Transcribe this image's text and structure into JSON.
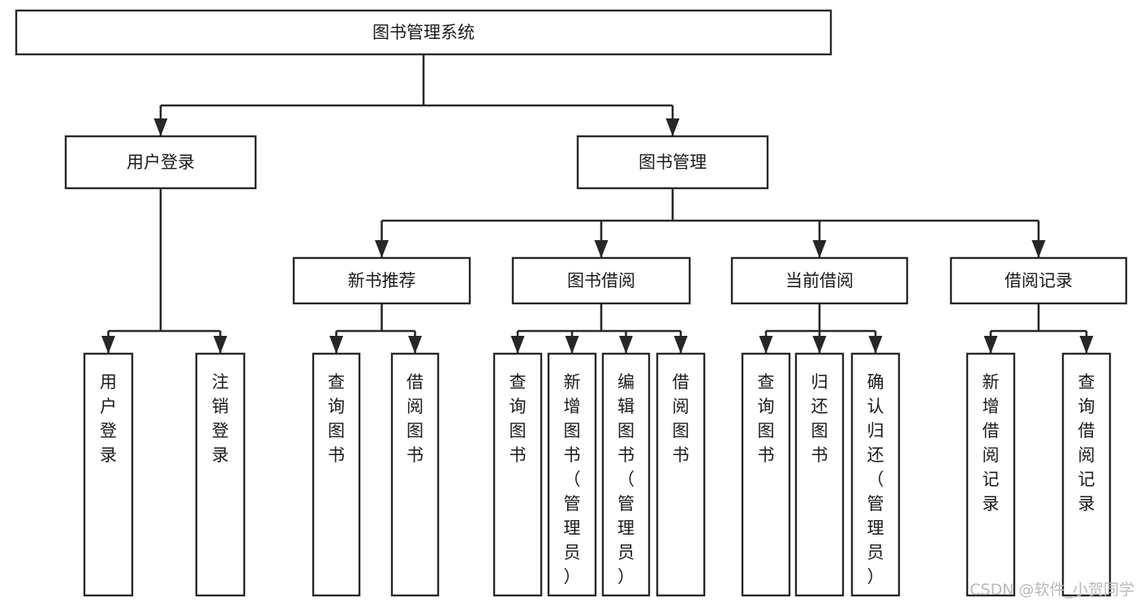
{
  "diagram": {
    "title": "图书管理系统",
    "type": "hierarchy-tree",
    "orientation": "top-down",
    "root": {
      "id": "root",
      "label": "图书管理系统",
      "level": 0,
      "orientation": "horizontal"
    },
    "level2": [
      {
        "id": "user-login",
        "label": "用户登录",
        "level": 1,
        "orientation": "horizontal"
      },
      {
        "id": "book-manage",
        "label": "图书管理",
        "level": 1,
        "orientation": "horizontal"
      }
    ],
    "level3": [
      {
        "id": "new-book-recommend",
        "label": "新书推荐",
        "level": 2,
        "orientation": "horizontal",
        "parent": "book-manage"
      },
      {
        "id": "book-borrow",
        "label": "图书借阅",
        "level": 2,
        "orientation": "horizontal",
        "parent": "book-manage"
      },
      {
        "id": "current-borrow",
        "label": "当前借阅",
        "level": 2,
        "orientation": "horizontal",
        "parent": "book-manage"
      },
      {
        "id": "borrow-record",
        "label": "借阅记录",
        "level": 2,
        "orientation": "horizontal",
        "parent": "book-manage"
      }
    ],
    "leaves": [
      {
        "id": "leaf-user-login",
        "label": "用户登录",
        "parent": "user-login",
        "orientation": "vertical"
      },
      {
        "id": "leaf-logout-login",
        "label": "注销登录",
        "parent": "user-login",
        "orientation": "vertical"
      },
      {
        "id": "leaf-query-book-1",
        "label": "查询图书",
        "parent": "new-book-recommend",
        "orientation": "vertical"
      },
      {
        "id": "leaf-borrow-book-1",
        "label": "借阅图书",
        "parent": "new-book-recommend",
        "orientation": "vertical"
      },
      {
        "id": "leaf-query-book-2",
        "label": "查询图书",
        "parent": "book-borrow",
        "orientation": "vertical"
      },
      {
        "id": "leaf-add-book",
        "label": "新增图书（管理员）",
        "parent": "book-borrow",
        "orientation": "vertical"
      },
      {
        "id": "leaf-edit-book",
        "label": "编辑图书（管理员）",
        "parent": "book-borrow",
        "orientation": "vertical"
      },
      {
        "id": "leaf-borrow-book-2",
        "label": "借阅图书",
        "parent": "book-borrow",
        "orientation": "vertical"
      },
      {
        "id": "leaf-query-book-3",
        "label": "查询图书",
        "parent": "current-borrow",
        "orientation": "vertical"
      },
      {
        "id": "leaf-return-book",
        "label": "归还图书",
        "parent": "current-borrow",
        "orientation": "vertical"
      },
      {
        "id": "leaf-confirm-return",
        "label": "确认归还（管理员）",
        "parent": "current-borrow",
        "orientation": "vertical"
      },
      {
        "id": "leaf-add-record",
        "label": "新增借阅记录",
        "parent": "borrow-record",
        "orientation": "vertical"
      },
      {
        "id": "leaf-query-record",
        "label": "查询借阅记录",
        "parent": "borrow-record",
        "orientation": "vertical"
      }
    ]
  },
  "watermark": {
    "label": "CSDN @软件_小贺同学",
    "color": "#b9b9b9"
  },
  "colors": {
    "stroke": "#272727",
    "box_fill": "#ffffff",
    "text": "#1a1a1a",
    "background": "#ffffff"
  }
}
